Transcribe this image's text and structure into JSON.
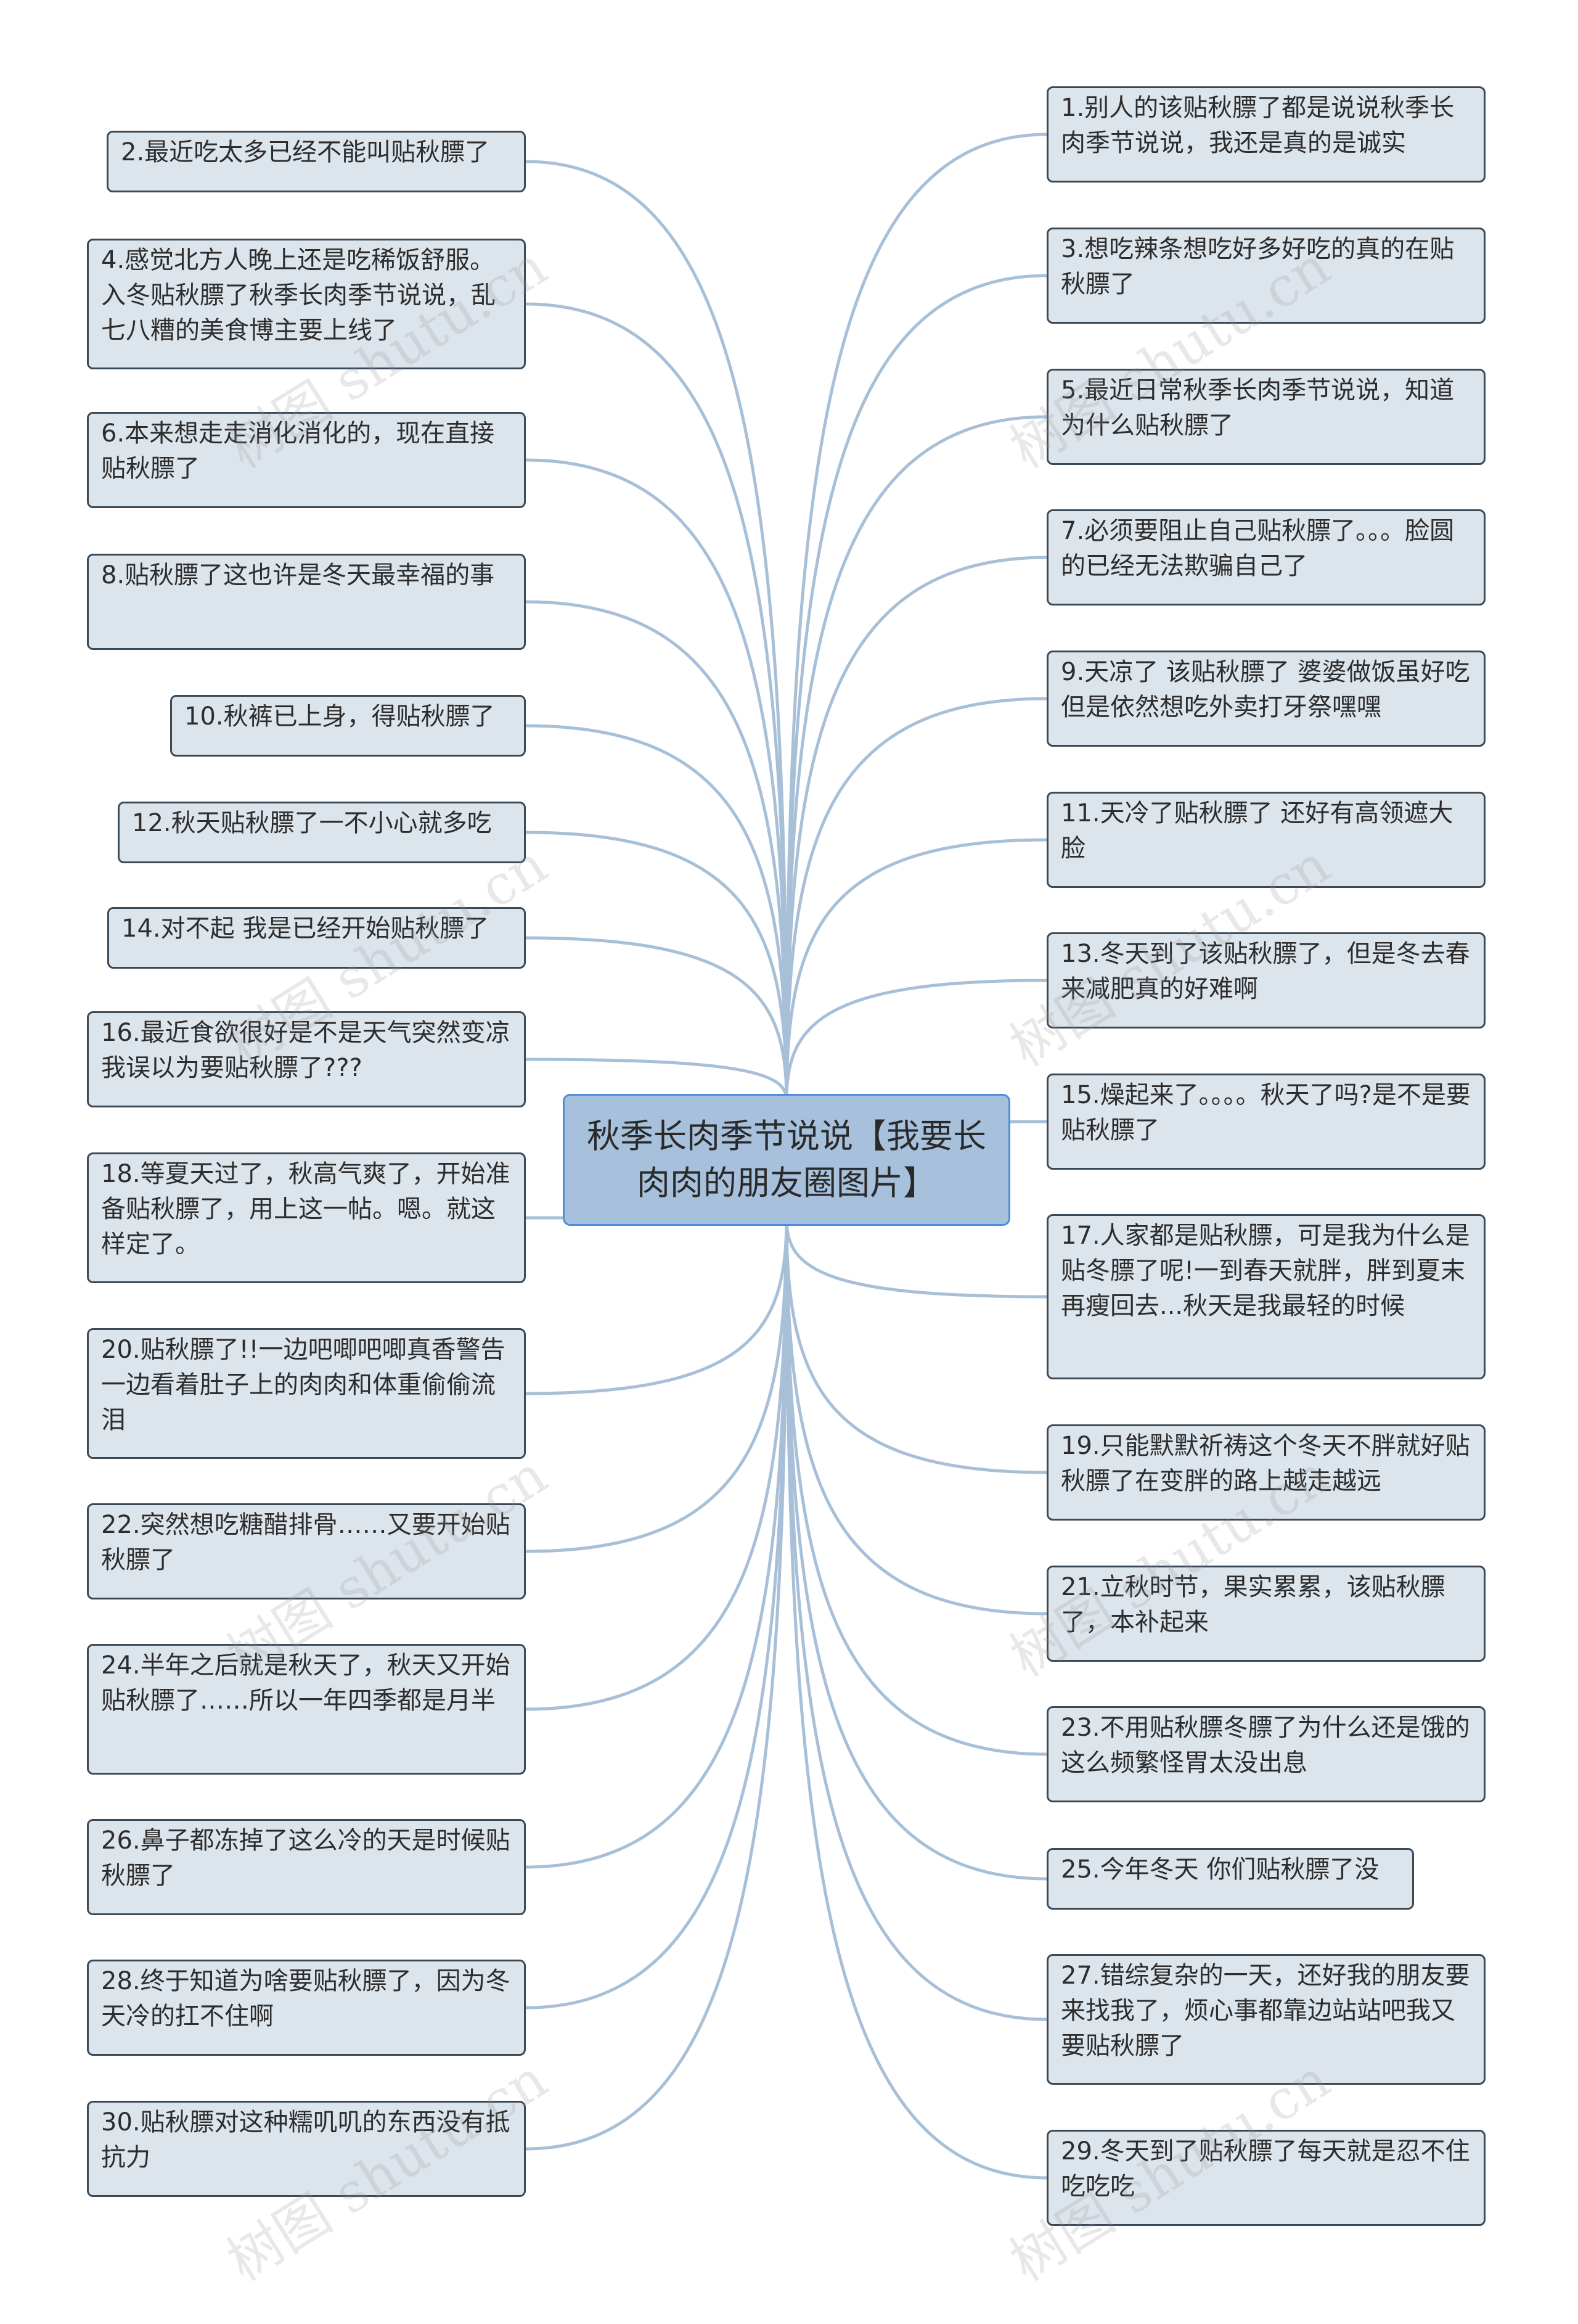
{
  "root": {
    "label": "秋季长肉季节说说【我要长肉肉的朋友圈图片】"
  },
  "colors": {
    "line": "#a7c0d8",
    "node_bg": "#dde5ec",
    "root_bg": "#a7c0db",
    "root_border": "#4a8fd8",
    "node_border": "#3c4a57"
  },
  "left_items": [
    "2.最近吃太多已经不能叫贴秋膘了",
    "4.感觉北方人晚上还是吃稀饭舒服。入冬贴秋膘了秋季长肉季节说说，乱七八糟的美食博主要上线了",
    "6.本来想走走消化消化的，现在直接贴秋膘了",
    "8.贴秋膘了这也许是冬天最幸福的事",
    "10.秋裤已上身，得贴秋膘了",
    "12.秋天贴秋膘了一不小心就多吃",
    "14.对不起 我是已经开始贴秋膘了",
    "16.最近食欲很好是不是天气突然变凉我误以为要贴秋膘了???",
    "18.等夏天过了，秋高气爽了，开始准备贴秋膘了，用上这一帖。嗯。就这样定了。",
    "20.贴秋膘了!!一边吧唧吧唧真香警告一边看着肚子上的肉肉和体重偷偷流泪",
    "22.突然想吃糖醋排骨……又要开始贴秋膘了",
    "24.半年之后就是秋天了，秋天又开始贴秋膘了……所以一年四季都是月半",
    "26.鼻子都冻掉了这么冷的天是时候贴秋膘了",
    "28.终于知道为啥要贴秋膘了，因为冬天冷的扛不住啊",
    "30.贴秋膘对这种糯叽叽的东西没有抵抗力"
  ],
  "right_items": [
    "1.别人的该贴秋膘了都是说说秋季长肉季节说说，我还是真的是诚实",
    "3.想吃辣条想吃好多好吃的真的在贴秋膘了",
    "5.最近日常秋季长肉季节说说，知道为什么贴秋膘了",
    "7.必须要阻止自己贴秋膘了。。。脸圆的已经无法欺骗自己了",
    "9.天凉了 该贴秋膘了 婆婆做饭虽好吃 但是依然想吃外卖打牙祭嘿嘿",
    "11.天冷了贴秋膘了 还好有高领遮大脸",
    "13.冬天到了该贴秋膘了，但是冬去春来减肥真的好难啊",
    "15.燥起来了。。。。秋天了吗?是不是要贴秋膘了",
    "17.人家都是贴秋膘，可是我为什么是贴冬膘了呢!一到春天就胖，胖到夏末再瘦回去...秋天是我最轻的时候",
    "19.只能默默祈祷这个冬天不胖就好贴秋膘了在变胖的路上越走越远",
    "21.立秋时节，果实累累，该贴秋膘了，本补起来",
    "23.不用贴秋膘冬膘了为什么还是饿的这么频繁怪胃太没出息",
    "25.今年冬天 你们贴秋膘了没",
    "27.错综复杂的一天，还好我的朋友要来找我了，烦心事都靠边站站吧我又要贴秋膘了",
    "29.冬天到了贴秋膘了每天就是忍不住吃吃吃"
  ],
  "watermark": "树图 shutu.cn"
}
